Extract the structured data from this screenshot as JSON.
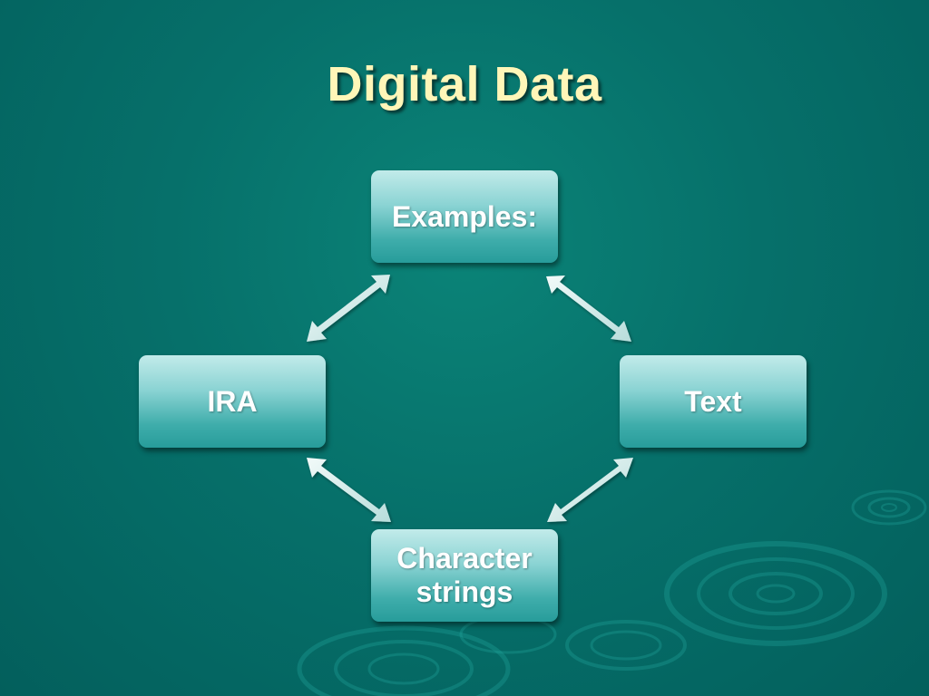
{
  "slide": {
    "title": "Digital Data"
  },
  "diagram": {
    "type": "cycle",
    "nodes": [
      {
        "id": "top",
        "label": "Examples:"
      },
      {
        "id": "right",
        "label": "Text"
      },
      {
        "id": "bottom",
        "label": "Character strings"
      },
      {
        "id": "left",
        "label": "IRA"
      }
    ],
    "connections": [
      {
        "from": "top",
        "to": "right",
        "style": "bidirectional-arrow"
      },
      {
        "from": "right",
        "to": "bottom",
        "style": "bidirectional-arrow"
      },
      {
        "from": "bottom",
        "to": "left",
        "style": "bidirectional-arrow"
      },
      {
        "from": "left",
        "to": "top",
        "style": "bidirectional-arrow"
      }
    ]
  },
  "colors": {
    "background": "#06706a",
    "title": "#fff6b8",
    "node_fill_top": "#c2ebea",
    "node_fill_bottom": "#279c9a",
    "node_text": "#ffffff",
    "arrow": "#e6f3f2"
  }
}
